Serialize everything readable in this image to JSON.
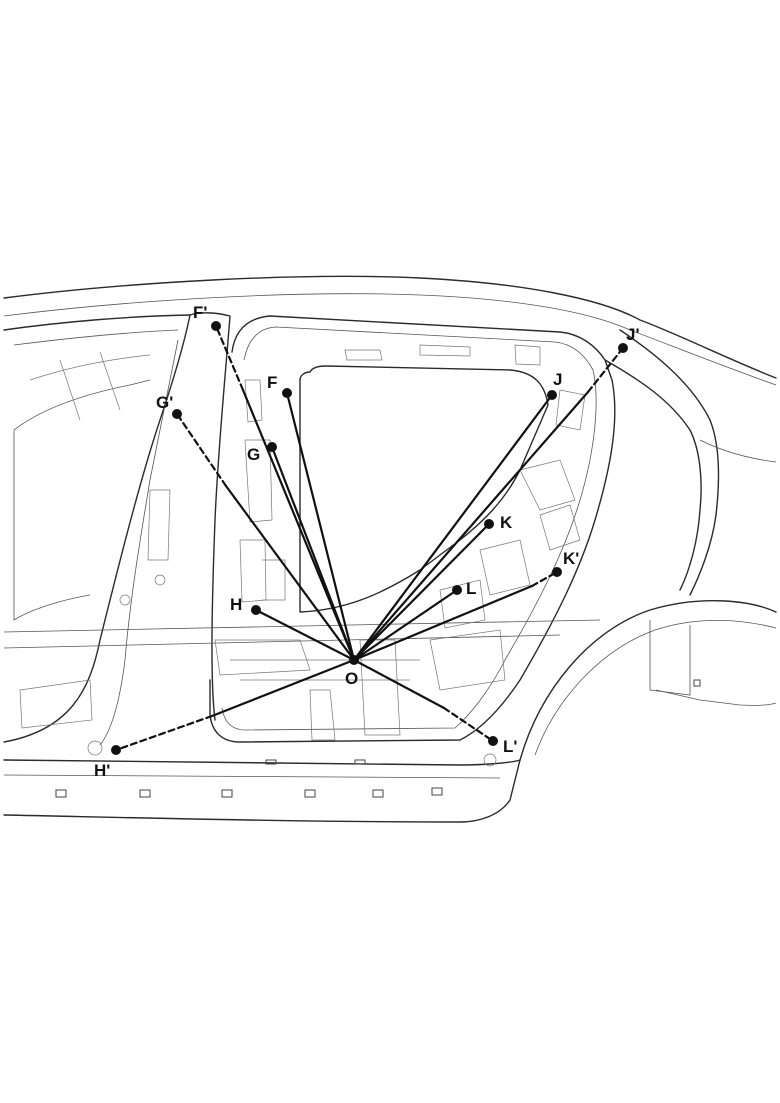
{
  "diagram": {
    "points": [
      {
        "id": "O",
        "label": "O"
      },
      {
        "id": "F",
        "label": "F"
      },
      {
        "id": "G",
        "label": "G"
      },
      {
        "id": "H",
        "label": "H"
      },
      {
        "id": "J",
        "label": "J"
      },
      {
        "id": "K",
        "label": "K"
      },
      {
        "id": "L",
        "label": "L"
      },
      {
        "id": "F_prime",
        "label": "F'"
      },
      {
        "id": "G_prime",
        "label": "G'"
      },
      {
        "id": "H_prime",
        "label": "H'"
      },
      {
        "id": "J_prime",
        "label": "J'"
      },
      {
        "id": "K_prime",
        "label": "K'"
      },
      {
        "id": "L_prime",
        "label": "L'"
      }
    ]
  }
}
